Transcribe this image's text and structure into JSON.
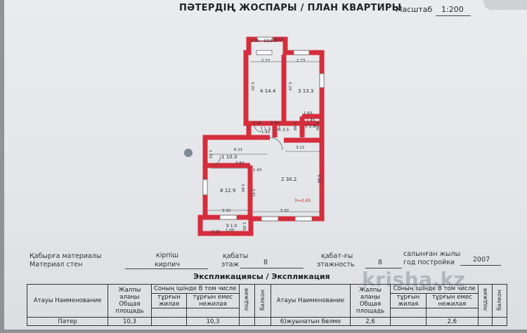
{
  "header": {
    "title": "ПӘТЕРДІҢ ЖОСПАРЫ / ПЛАН КВАРТИРЫ",
    "scale_label": "Масштаб",
    "scale_value": "1:200"
  },
  "plan": {
    "rooms": [
      {
        "id": "10",
        "area": "1.0"
      },
      {
        "id": "4",
        "area": "14.4"
      },
      {
        "id": "3",
        "area": "13.3"
      },
      {
        "id": "5",
        "area": "2.8"
      },
      {
        "id": "6",
        "area": "3.5"
      },
      {
        "id": "7",
        "area": "1.5"
      },
      {
        "id": "1",
        "area": "10.3"
      },
      {
        "id": "2",
        "area": "30.2"
      },
      {
        "id": "8",
        "area": "12.9"
      },
      {
        "id": "9",
        "area": "1.0"
      }
    ],
    "dimensions": [
      "1.05",
      "3.13",
      "2.77",
      "2.73",
      "5.20",
      "5.19",
      "1.63",
      "1.45",
      "1.11",
      "1.42",
      "0.90",
      "0.86",
      "1.48",
      "6.11",
      "3.12",
      "1.82",
      "4.84",
      "1.43",
      "3.90",
      "3.91",
      "5.86",
      "3.32",
      "5.92",
      "3.26",
      "1.00",
      "1.06"
    ],
    "height_label": "h=2.65"
  },
  "info": {
    "wall_material_kz": "Қабырға материалы",
    "wall_material_ru": "Материал стен",
    "wall_value_kz": "кірпіш",
    "wall_value_ru": "кирпич",
    "floor_kz": "қабаты",
    "floor_ru": "этаж",
    "floor_value": "8",
    "floors_kz": "қабат-ғы",
    "floors_ru": "этажность",
    "floors_value": "8",
    "year_kz": "салынған жылы",
    "year_ru": "год постройки",
    "year_value": "2007"
  },
  "table": {
    "heading": "Экспликациясы / Экспликация",
    "col_name": "Атауы Наименование",
    "col_total": "Жалпы алаңы Общая площадь",
    "col_incl": "Соның ішінде В том числе",
    "col_living": "тұрғын жилая",
    "col_nonliving": "тұрғын емес нежилая",
    "col_loggia": "лоджия",
    "col_balcony": "балкон",
    "row_left_name": "Пәтер",
    "row_left_total": "10,3",
    "row_left_nonliving": "10,3",
    "row_right_name": "6)жуынатын бөлме",
    "row_right_total": "2,6",
    "row_right_nonliving": "2,6"
  },
  "watermark": "krisha.kz"
}
